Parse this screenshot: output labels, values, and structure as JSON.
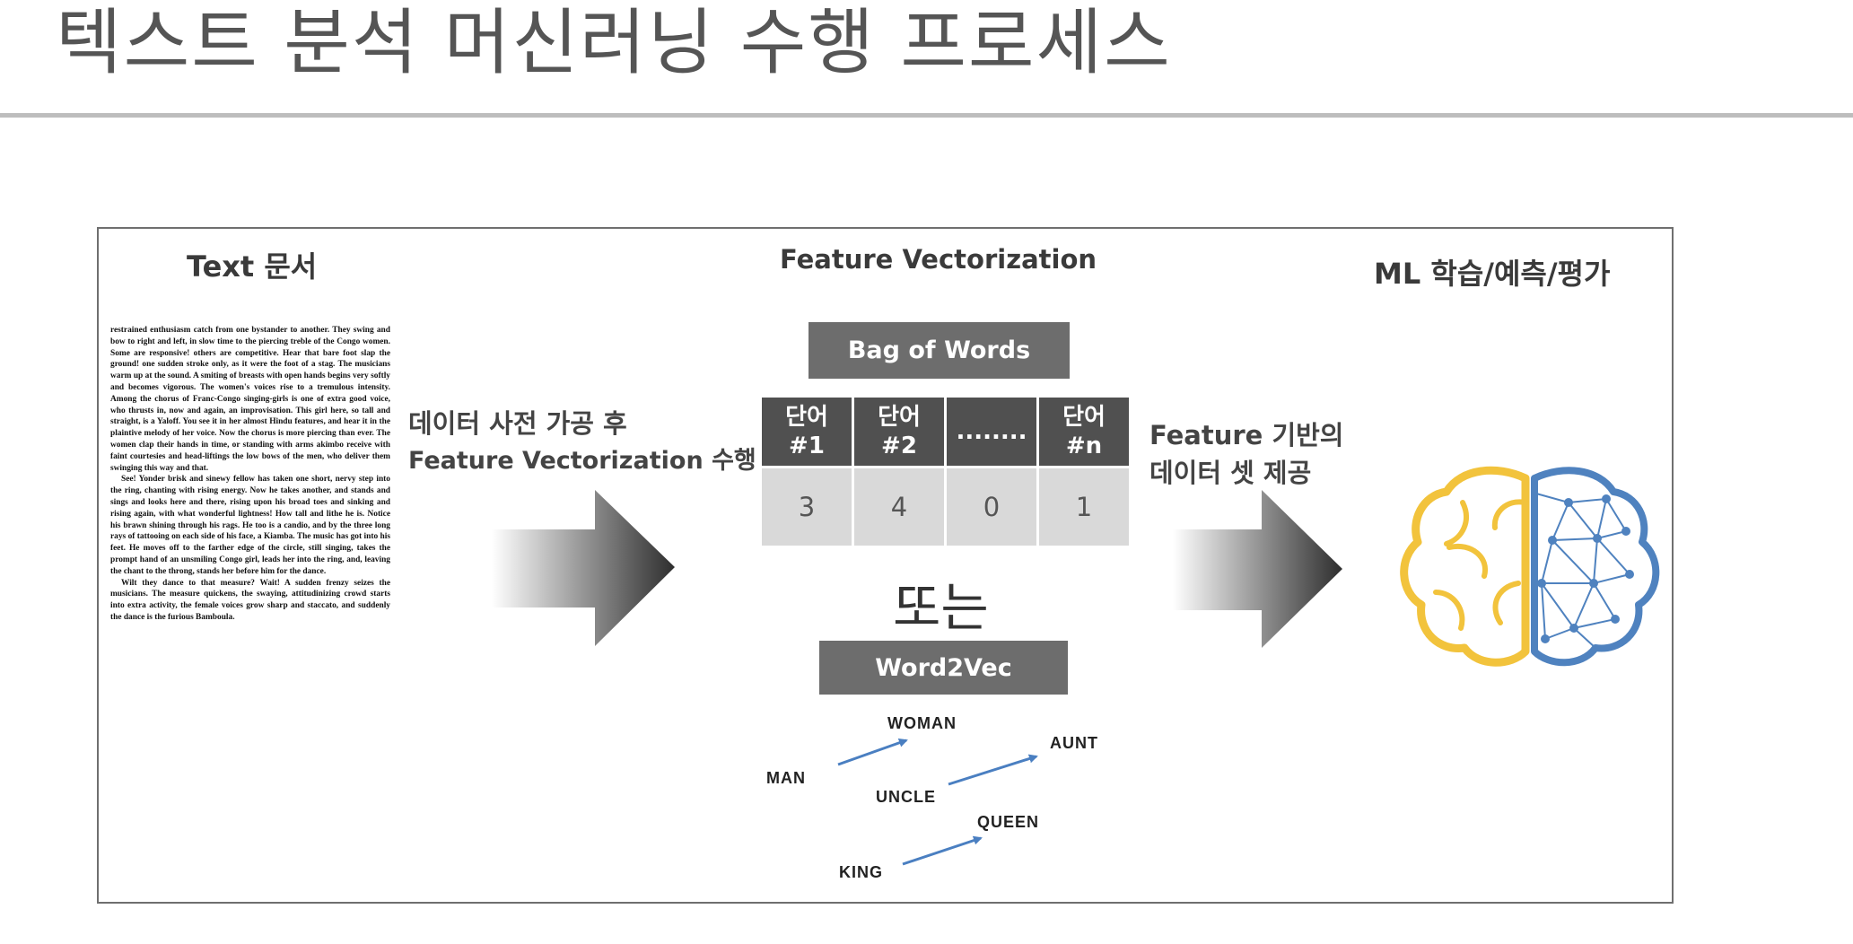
{
  "page": {
    "title": "텍스트 분석 머신러닝 수행 프로세스"
  },
  "sections": {
    "text_doc": "Text 문서",
    "vectorization": "Feature Vectorization",
    "ml": "ML 학습/예측/평가"
  },
  "document_paragraphs": [
    "restrained enthusiasm catch from one bystander to another. They swing and bow to right and left, in slow time to the piercing treble of the Congo women. Some are responsive! others are competitive. Hear that bare foot slap the ground! one sudden stroke only, as it were the foot of a stag. The musicians warm up at the sound. A smiting of breasts with open hands begins very softly and becomes vigorous. The women's voices rise to a tremulous intensity. Among the chorus of Franc-Congo singing-girls is one of extra good voice, who thrusts in, now and again, an improvisation. This girl here, so tall and straight, is a Yaloff. You see it in her almost Hindu features, and hear it in the plaintive melody of her voice. Now the chorus is more piercing than ever. The women clap their hands in time, or standing with arms akimbo receive with faint courtesies and head-liftings the low bows of the men, who deliver them swinging this way and that.",
    "See! Yonder brisk and sinewy fellow has taken one short, nervy step into the ring, chanting with rising energy. Now he takes another, and stands and sings and looks here and there, rising upon his broad toes and sinking and rising again, with what wonderful lightness! How tall and lithe he is. Notice his brawn shining through his rags. He too is a candio, and by the three long rays of tattooing on each side of his face, a Kiamba. The music has got into his feet. He moves off to the farther edge of the circle, still singing, takes the prompt hand of an unsmiling Congo girl, leads her into the ring, and, leaving the chant to the throng, stands her before him for the dance.",
    "Wilt they dance to that measure? Wait! A sudden frenzy seizes the musicians. The measure quickens, the swaying, attitudinizing crowd starts into extra activity, the female voices grow sharp and staccato, and suddenly the dance is the furious Bamboula."
  ],
  "arrow1_label": {
    "line1": "데이터 사전 가공 후",
    "line2": "Feature Vectorization 수행"
  },
  "arrow2_label": {
    "line1": "Feature 기반의",
    "line2": "데이터 셋 제공"
  },
  "bag_of_words": {
    "label": "Bag of Words",
    "headers": [
      {
        "line1": "단어",
        "line2": "#1"
      },
      {
        "line1": "단어",
        "line2": "#2"
      },
      {
        "line1": "........",
        "line2": ""
      },
      {
        "line1": "단어",
        "line2": "#n"
      }
    ],
    "values": [
      "3",
      "4",
      "0",
      "1"
    ]
  },
  "or_label": "또는",
  "word2vec": {
    "label": "Word2Vec",
    "words": {
      "woman": "WOMAN",
      "man": "MAN",
      "aunt": "AUNT",
      "uncle": "UNCLE",
      "queen": "QUEEN",
      "king": "KING"
    }
  },
  "colors": {
    "box_gray": "#6d6d6d",
    "header_gray": "#505050",
    "cell_gray": "#d9d9d9",
    "arrow_blue": "#4a7fc1",
    "brain_yellow": "#f2c33c",
    "brain_blue": "#4f82bf"
  },
  "icons": [
    "flow-arrow-icon",
    "brain-icon"
  ]
}
